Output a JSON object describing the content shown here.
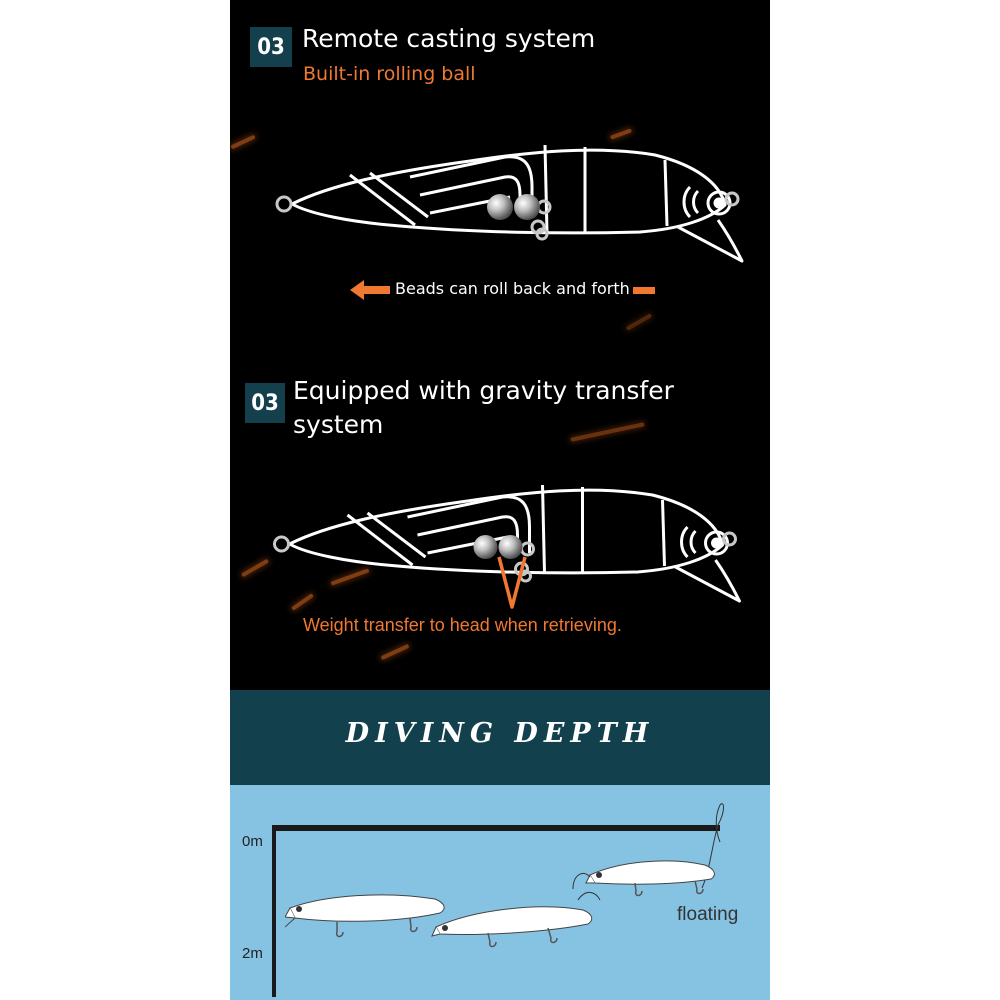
{
  "section1": {
    "badge": "03",
    "title": "Remote casting system",
    "subtitle": "Built-in rolling ball",
    "caption": "Beads can roll back and forth"
  },
  "section2": {
    "badge": "03",
    "title_line1": "Equipped with gravity transfer",
    "title_line2": "system",
    "caption": "Weight transfer to head when retrieving."
  },
  "banner": {
    "title": "DIVING DEPTH"
  },
  "depth": {
    "top_label": "0m",
    "bottom_label": "2m",
    "floating_label": "floating"
  },
  "colors": {
    "accent_orange": "#f07830",
    "badge_teal": "#143f4c",
    "banner_teal": "#12414d",
    "water_blue": "#86c3e3"
  },
  "icons": [
    "arrow-left-icon",
    "lure-diagram",
    "rolling-beads",
    "v-pointer-icon",
    "lure-icon"
  ]
}
